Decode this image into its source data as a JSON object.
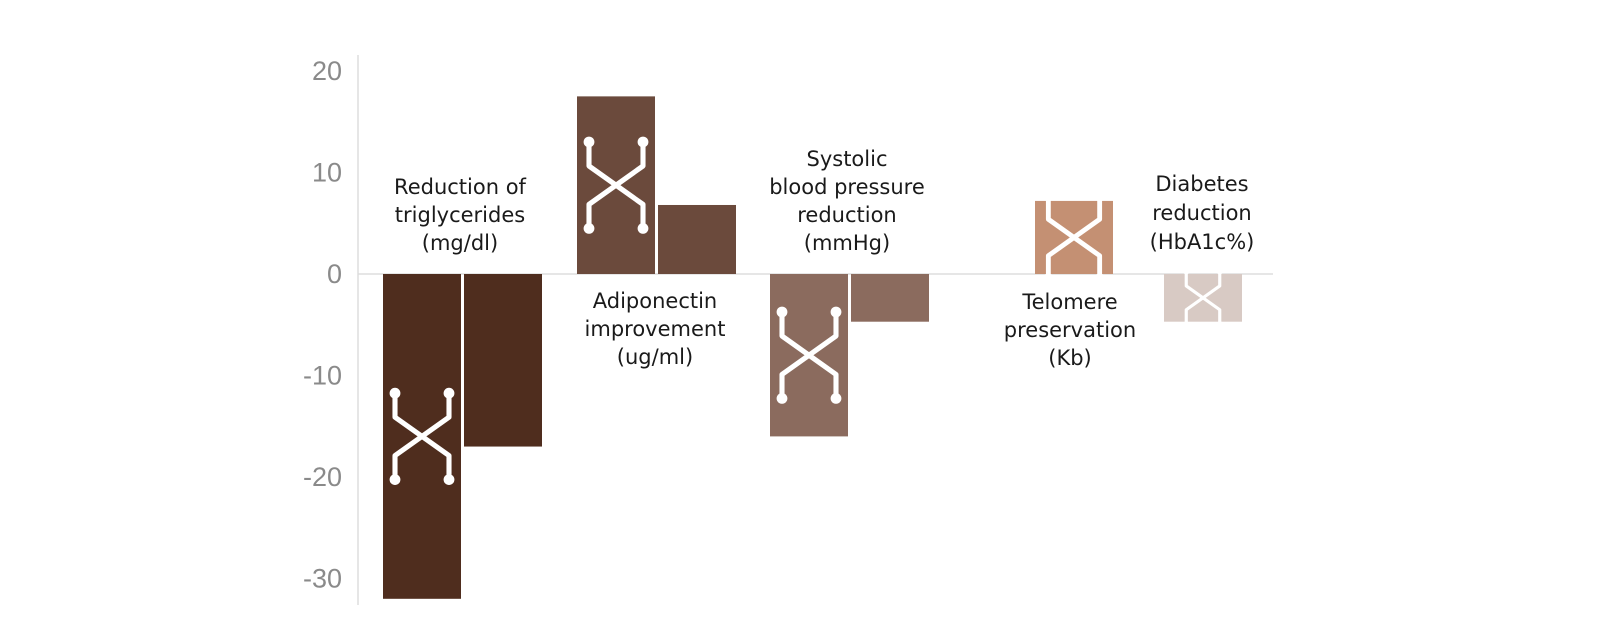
{
  "chart_data": {
    "type": "bar",
    "title": "",
    "xlabel": "",
    "ylabel": "",
    "ylim": [
      -33,
      20
    ],
    "yticks": [
      20,
      10,
      0,
      -10,
      -20,
      -30
    ],
    "ytick_labels": [
      "20",
      "10",
      "0",
      "-10",
      "-20",
      "-30"
    ],
    "grid": false,
    "legend": "none",
    "icon": "branching-molecule-icon",
    "groups": [
      {
        "category": "triglycerides",
        "label_lines": [
          "Reduction of",
          "triglycerides",
          "(mg/dl)"
        ],
        "label_position": "above",
        "color": "#4f2d1e",
        "values": [
          -32,
          -17
        ],
        "icon_bar": 0
      },
      {
        "category": "adiponectin",
        "label_lines": [
          "Adiponectin",
          "improvement",
          "(ug/ml)"
        ],
        "label_position": "below",
        "color": "#6b4a3c",
        "values": [
          17.5,
          6.8
        ],
        "icon_bar": 0
      },
      {
        "category": "systolic",
        "label_lines": [
          "Systolic",
          "blood pressure",
          "reduction",
          "(mmHg)"
        ],
        "label_position": "above",
        "color": "#8b6b5e",
        "values": [
          -16,
          -4.7
        ],
        "icon_bar": 0
      },
      {
        "category": "telomere",
        "label_lines": [
          "Telomere",
          "preservation",
          "(Kb)"
        ],
        "label_position": "below",
        "color": "#c49073",
        "values": [
          7.2
        ],
        "icon_bar": 0
      },
      {
        "category": "diabetes",
        "label_lines": [
          "Diabetes",
          "reduction",
          "(HbA1c%)"
        ],
        "label_position": "above",
        "color": "#d8cac4",
        "values": [
          -4.7
        ],
        "icon_bar": 0
      }
    ]
  }
}
